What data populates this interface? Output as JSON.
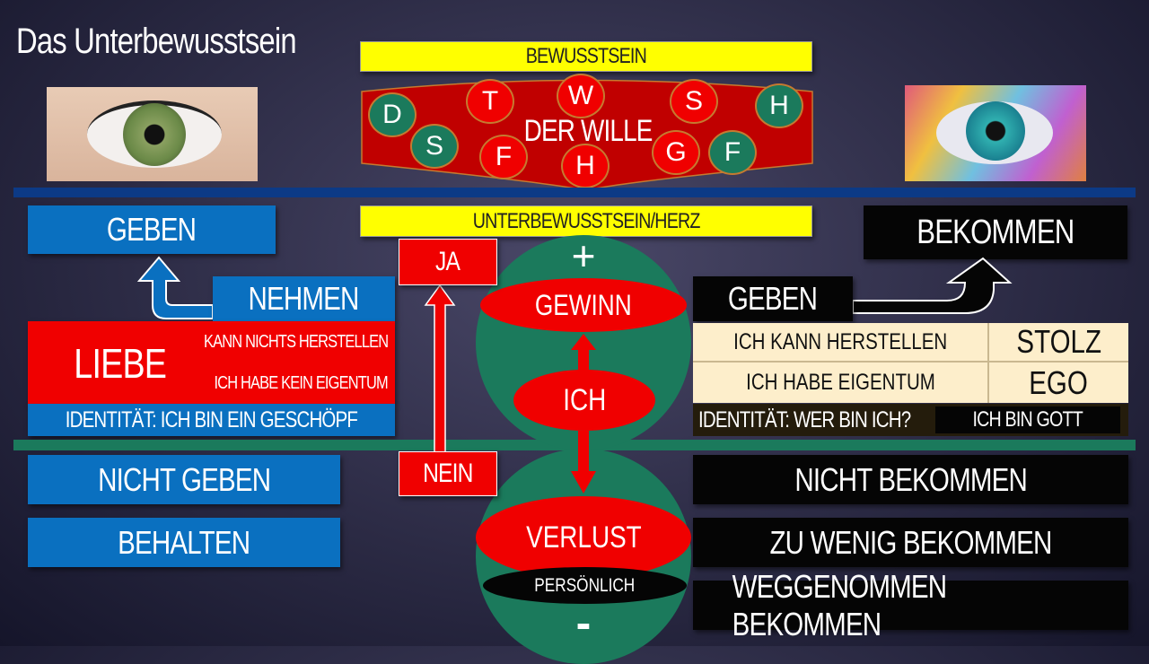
{
  "title": "Das Unterbewusstsein",
  "top": {
    "bewusstsein": "BEWUSSTSEIN",
    "der_wille": "DER WILLE",
    "letters": [
      {
        "letter": "D",
        "color": "#1b7a5c"
      },
      {
        "letter": "S",
        "color": "#1b7a5c"
      },
      {
        "letter": "T",
        "color": "#f00000"
      },
      {
        "letter": "F",
        "color": "#f00000"
      },
      {
        "letter": "W",
        "color": "#f00000"
      },
      {
        "letter": "H",
        "color": "#f00000"
      },
      {
        "letter": "S",
        "color": "#f00000"
      },
      {
        "letter": "G",
        "color": "#f00000"
      },
      {
        "letter": "F",
        "color": "#1b7a5c"
      },
      {
        "letter": "H",
        "color": "#1b7a5c"
      }
    ],
    "unterbewusstsein": "UNTERBEWUSSTSEIN/HERZ"
  },
  "left": {
    "geben": "GEBEN",
    "nehmen": "NEHMEN",
    "liebe": "LIEBE",
    "kann_nichts": "KANN NICHTS HERSTELLEN",
    "kein_eigentum": "ICH HABE KEIN EIGENTUM",
    "identitaet": "IDENTITÄT: ICH BIN EIN GESCHÖPF",
    "nicht_geben": "NICHT GEBEN",
    "behalten": "BEHALTEN"
  },
  "center": {
    "ja": "JA",
    "nein": "NEIN",
    "plus": "+",
    "gewinn": "GEWINN",
    "ich": "ICH",
    "verlust": "VERLUST",
    "persoenlich": "PERSÖNLICH",
    "minus": "-"
  },
  "right": {
    "bekommen": "BEKOMMEN",
    "geben": "GEBEN",
    "rows": [
      {
        "text": "ICH KANN HERSTELLEN",
        "tag": "STOLZ"
      },
      {
        "text": "ICH HABE EIGENTUM",
        "tag": "EGO"
      }
    ],
    "identitaet": "IDENTITÄT: WER BIN ICH?",
    "ich_bin_gott": "ICH BIN GOTT",
    "nicht_bekommen": "NICHT BEKOMMEN",
    "zu_wenig": "ZU WENIG BEKOMMEN",
    "weggenommen": "WEGGENOMMEN BEKOMMEN"
  },
  "colors": {
    "blue": "#0a70c0",
    "red": "#f00000",
    "green": "#1b7a5c",
    "yellow": "#ffff00"
  }
}
